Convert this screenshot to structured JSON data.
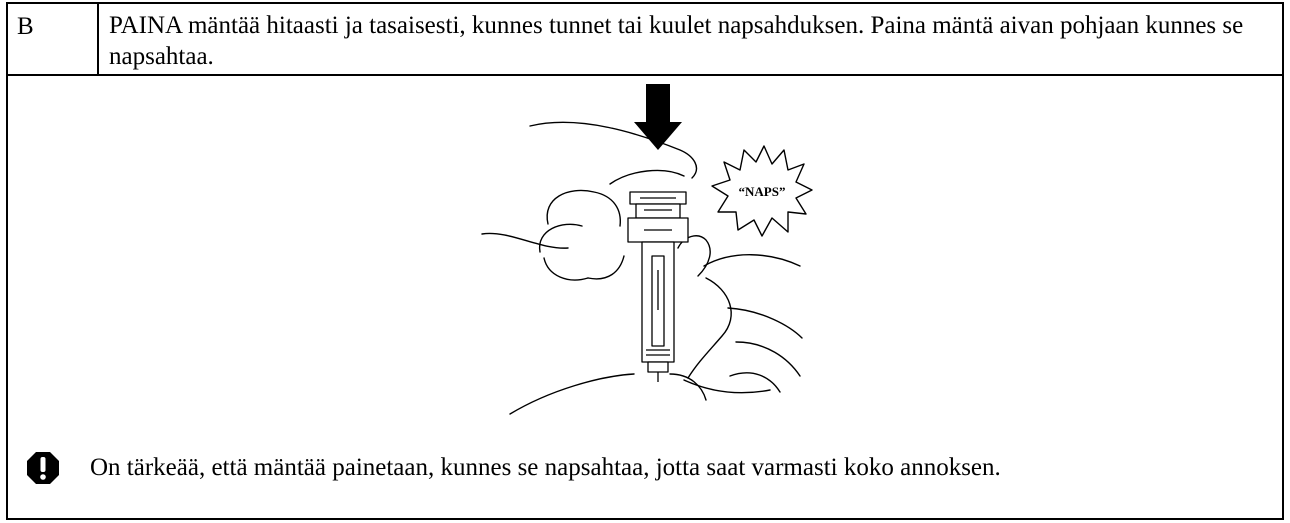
{
  "step": {
    "label": "B",
    "instruction": "PAINA mäntää hitaasti ja tasaisesti, kunnes tunnet tai kuulet napsahduksen. Paina mäntä aivan pohjaan kunnes se napsahtaa."
  },
  "illustration": {
    "sound_label": "“NAPS”"
  },
  "warning": {
    "icon": "exclamation-icon",
    "text": "On tärkeää, että mäntää painetaan, kunnes se napsahtaa, jotta saat varmasti koko annoksen."
  }
}
